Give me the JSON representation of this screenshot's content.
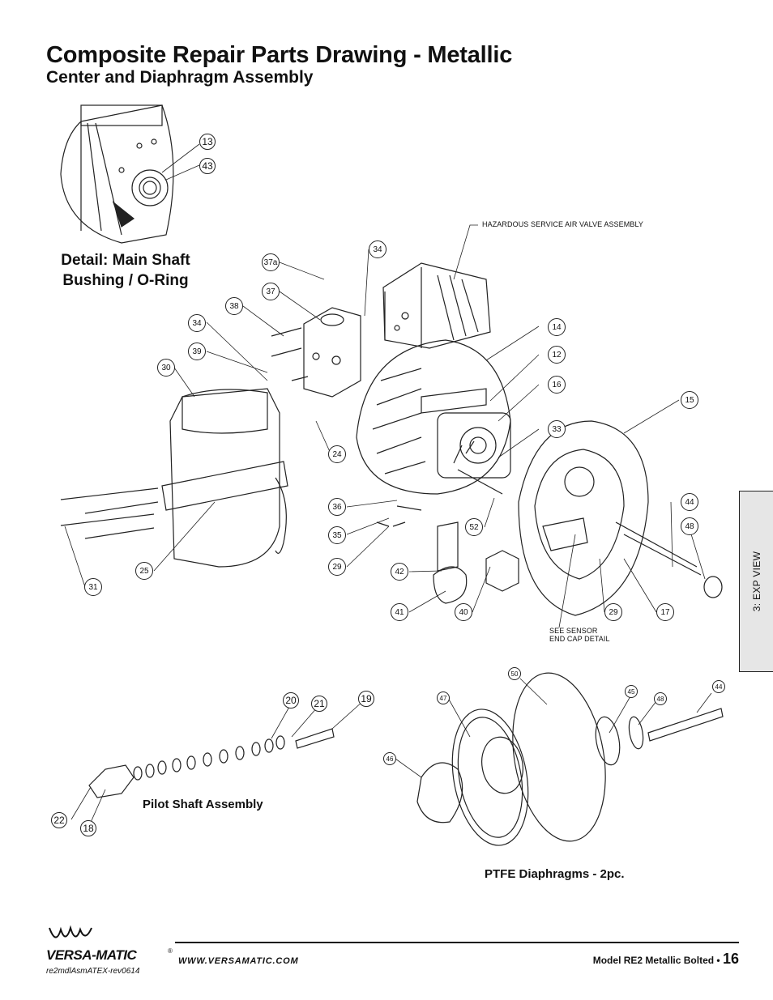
{
  "header": {
    "title": "Composite Repair Parts Drawing - Metallic",
    "subtitle": "Center and Diaphragm Assembly"
  },
  "detail_caption": {
    "line1": "Detail: Main Shaft",
    "line2": "Bushing / O-Ring"
  },
  "side_tab": {
    "label": "3: EXP VIEW"
  },
  "notes": {
    "hazardous": "HAZARDOUS SERVICE AIR VALVE ASSEMBLY",
    "see_sensor_line1": "SEE SENSOR",
    "see_sensor_line2": "END CAP DETAIL"
  },
  "captions": {
    "pilot_shaft": "Pilot Shaft Assembly",
    "ptfe": "PTFE Diaphragms - 2pc."
  },
  "callouts": {
    "detail": [
      "13",
      "43"
    ],
    "main": [
      "37a",
      "34",
      "37",
      "38",
      "34",
      "39",
      "30",
      "14",
      "12",
      "16",
      "15",
      "33",
      "24",
      "36",
      "35",
      "29",
      "52",
      "44",
      "48",
      "42",
      "41",
      "40",
      "29",
      "17",
      "25",
      "31"
    ],
    "pilot": [
      "20",
      "21",
      "19",
      "22",
      "18"
    ],
    "ptfe": [
      "50",
      "47",
      "45",
      "48",
      "44",
      "46"
    ]
  },
  "footer": {
    "brand": "VERSA-MATIC",
    "registered": "®",
    "url": "WWW.VERSAMATIC.COM",
    "model": "Model RE2 Metallic Bolted •",
    "page": "16",
    "doc_id": "re2mdlAsmATEX-rev0614"
  }
}
